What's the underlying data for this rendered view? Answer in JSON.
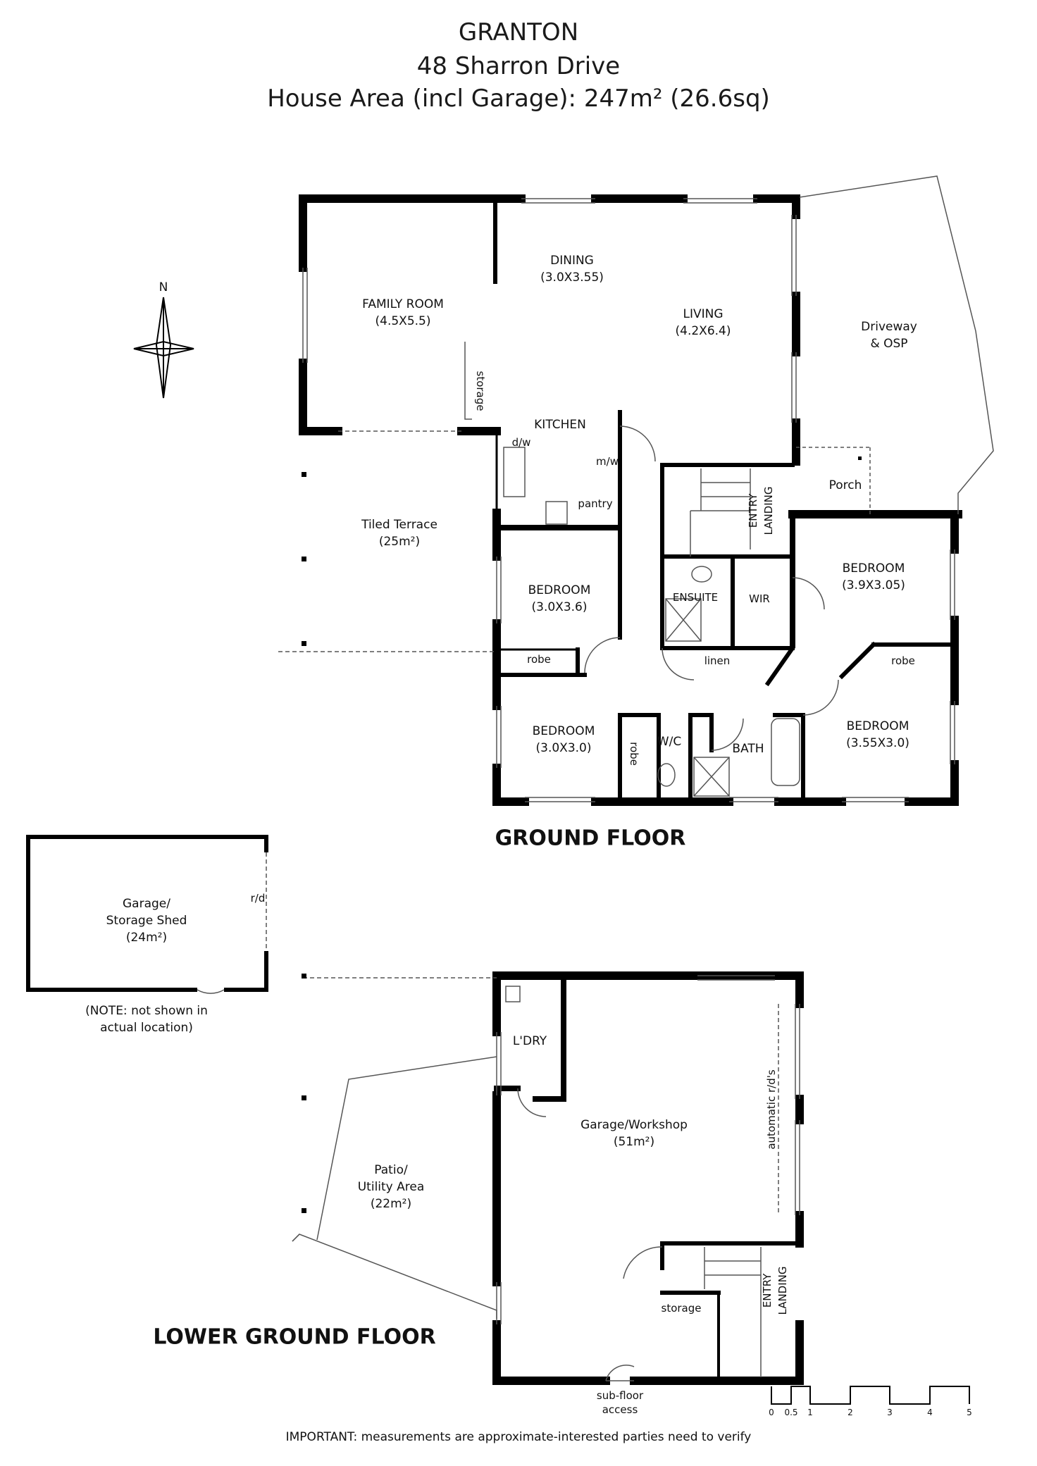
{
  "header": {
    "suburb": "GRANTON",
    "address": "48 Sharron Drive",
    "area": "House Area (incl Garage): 247m² (26.6sq)"
  },
  "compass": {
    "north": "N"
  },
  "ground_floor": {
    "title": "GROUND FLOOR",
    "family_room": {
      "name": "FAMILY ROOM",
      "size": "(4.5X5.5)"
    },
    "dining": {
      "name": "DINING",
      "size": "(3.0X3.55)"
    },
    "living": {
      "name": "LIVING",
      "size": "(4.2X6.4)"
    },
    "driveway": {
      "line1": "Driveway",
      "line2": "& OSP"
    },
    "storage": "storage",
    "kitchen": "KITCHEN",
    "dw": "d/w",
    "mw": "m/w",
    "pantry": "pantry",
    "porch": "Porch",
    "entry_landing": {
      "line1": "ENTRY",
      "line2": "LANDING"
    },
    "terrace": {
      "name": "Tiled Terrace",
      "size": "(25m²)"
    },
    "bedroom_a": {
      "name": "BEDROOM",
      "size": "(3.0X3.6)"
    },
    "robe_a": "robe",
    "ensuite": "ENSUITE",
    "wir": "WIR",
    "bedroom_b": {
      "name": "BEDROOM",
      "size": "(3.9X3.05)"
    },
    "robe_b": "robe",
    "linen": "linen",
    "bedroom_c": {
      "name": "BEDROOM",
      "size": "(3.0X3.0)"
    },
    "robe_c": "robe",
    "wc": "W/C",
    "bath": "BATH",
    "bedroom_d": {
      "name": "BEDROOM",
      "size": "(3.55X3.0)"
    }
  },
  "shed": {
    "name": "Garage/",
    "name2": "Storage Shed",
    "size": "(24m²)",
    "rd": "r/d",
    "note1": "(NOTE: not shown in",
    "note2": "actual location)"
  },
  "lower_ground_floor": {
    "title": "LOWER GROUND FLOOR",
    "laundry": "L'DRY",
    "garage": {
      "name": "Garage/Workshop",
      "size": "(51m²)"
    },
    "rds": "automatic r/d's",
    "patio": {
      "line1": "Patio/",
      "line2": "Utility Area",
      "size": "(22m²)"
    },
    "storage": "storage",
    "entry_landing": {
      "line1": "ENTRY",
      "line2": "LANDING"
    },
    "subfloor": {
      "line1": "sub-floor",
      "line2": "access"
    }
  },
  "scale_bar": {
    "ticks": [
      "0",
      "0.5",
      "1",
      "2",
      "3",
      "4",
      "5"
    ]
  },
  "footer": {
    "important": "IMPORTANT:",
    "text": " measurements are approximate-interested parties need to verify"
  },
  "colors": {
    "wall": "#000000",
    "line": "#555555",
    "background": "#ffffff"
  }
}
